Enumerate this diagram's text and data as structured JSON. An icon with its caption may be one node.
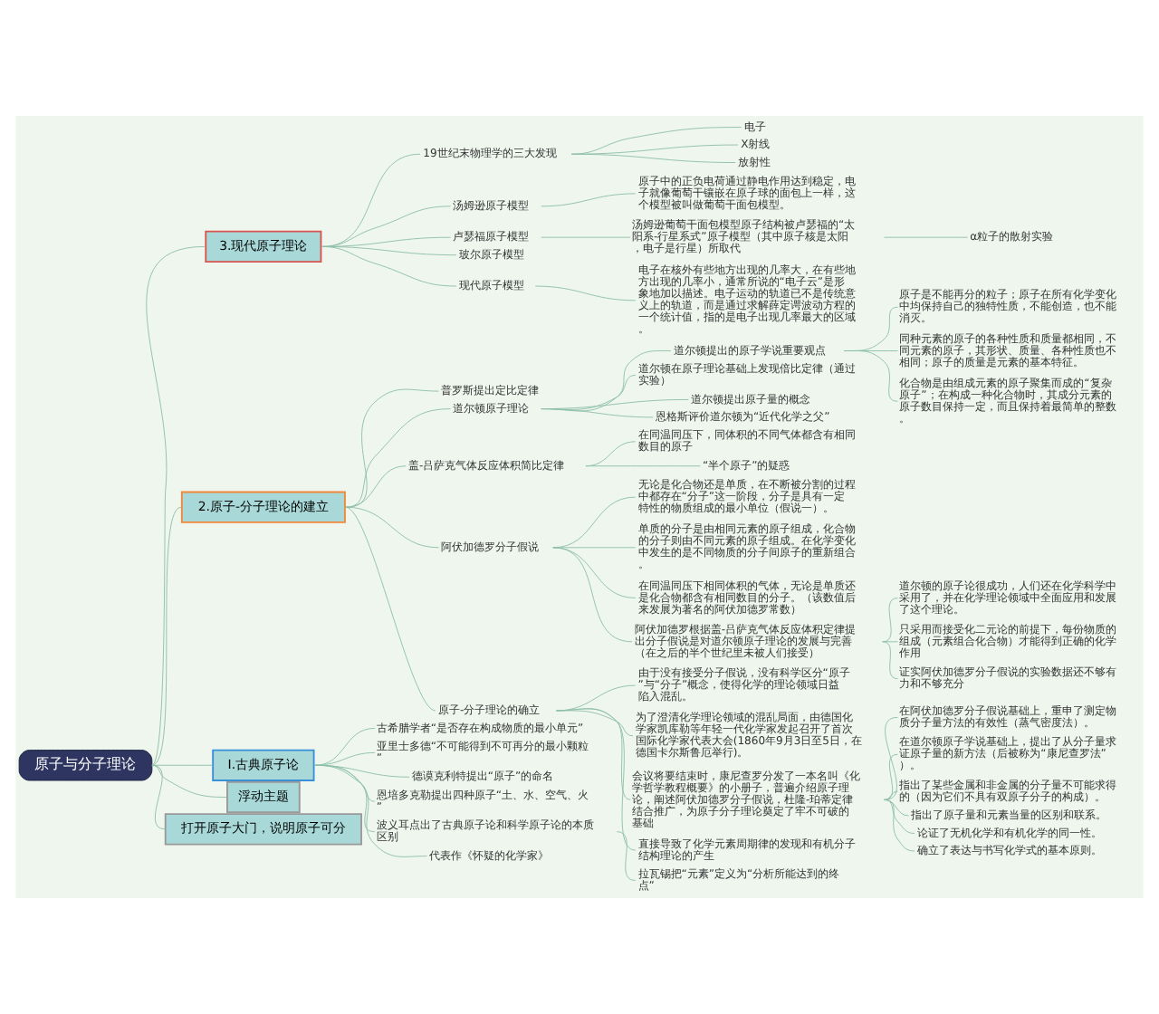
{
  "diagram": {
    "nodes": [
      {
        "text": [
          "原子与分子理论"
        ]
      },
      {
        "text": [
          "3.现代原子理论"
        ]
      },
      {
        "text": [
          "19世纪末物理学的三大发现"
        ]
      },
      {
        "text": [
          "电子"
        ]
      },
      {
        "text": [
          "X射线"
        ]
      },
      {
        "text": [
          "放射性"
        ]
      },
      {
        "text": [
          "汤姆逊原子模型"
        ]
      },
      {
        "text": [
          "原子中的正负电荷通过静电作用达到稳定，电子就像葡萄干镶嵌在原子球的面包上一样，这个模型被叫做葡萄干面包模型。"
        ]
      },
      {
        "text": [
          "卢瑟福原子模型"
        ]
      },
      {
        "text": [
          "汤姆逊葡萄干面包模型原子结构被卢瑟福的“太阳系-行星系式”原子模型（其中原子核是太阳，电子是行星）所取代"
        ]
      },
      {
        "text": [
          "α粒子的散射实验"
        ]
      },
      {
        "text": [
          "玻尔原子模型"
        ]
      },
      {
        "text": [
          "现代原子模型"
        ]
      },
      {
        "text": [
          "电子在核外有些地方出现的几率大，在有些地方出现的几率小，通常所说的“电子云”是形象地加以描述。电子运动的轨道已不是传统意义上的轨道，而是通过求解薛定谔波动方程的一个统计值，指的是电子出现几率最大的区域。"
        ]
      },
      {
        "text": [
          "2.原子-分子理论的建立"
        ]
      },
      {
        "text": [
          "普罗斯提出定比定律"
        ]
      },
      {
        "text": [
          "道尔顿原子理论"
        ]
      },
      {
        "text": [
          "道尔顿提出的原子学说重要观点"
        ]
      },
      {
        "text": [
          "原子是不能再分的粒子；原子在所有化学变化中均保持自己的独特性质，不能创造，也不能消灭。"
        ]
      },
      {
        "text": [
          "同种元素的原子的各种性质和质量都相同，不同元素的原子，其形状、质量、各种性质也不相同；原子的质量是元素的基本特征。"
        ]
      },
      {
        "text": [
          "化合物是由组成元素的原子聚集而成的“复杂原子”；在构成一种化合物时，其成分元素的原子数目保持一定，而且保持着最简单的整数。"
        ]
      },
      {
        "text": [
          "道尔顿在原子理论基础上发现倍比定律（通过实验）"
        ]
      },
      {
        "text": [
          "道尔顿提出原子量的概念"
        ]
      },
      {
        "text": [
          "恩格斯评价道尔顿为“近代化学之父”"
        ]
      },
      {
        "text": [
          "盖-吕萨克气体反应体积简比定律"
        ]
      },
      {
        "text": [
          "在同温同压下，同体积的不同气体都含有相同数目的原子"
        ]
      },
      {
        "text": [
          "“半个原子”的疑惑"
        ]
      },
      {
        "text": [
          "阿伏加德罗分子假说"
        ]
      },
      {
        "text": [
          "无论是化合物还是单质，在不断被分割的过程中都存在“分子”这一阶段，分子是具有一定特性的物质组成的最小单位（假说一）。"
        ]
      },
      {
        "text": [
          "单质的分子是由相同元素的原子组成，化合物的分子则由不同元素的原子组成。在化学变化中发生的是不同物质的分子间原子的重新组合。"
        ]
      },
      {
        "text": [
          "在同温同压下相同体积的气体，无论是单质还是化合物都含有相同数目的分子。（该数值后来发展为著名的阿伏加德罗常数）"
        ]
      },
      {
        "text": [
          "阿伏加德罗根据盖-吕萨克气体反应体积定律提出分子假说是对道尔顿原子理论的发展与完善（在之后的半个世纪里未被人们接受）"
        ]
      },
      {
        "text": [
          "道尔顿的原子论很成功，人们还在化学科学中采用了，并在化学理论领域中全面应用和发展了这个理论。"
        ]
      },
      {
        "text": [
          "只采用而接受化二元论的前提下，每份物质的组成（元素组合化合物）才能得到正确的化学作用"
        ]
      },
      {
        "text": [
          "证实阿伏加德罗分子假说的实验数据还不够有力和不够充分"
        ]
      },
      {
        "text": [
          "原子-分子理论的确立"
        ]
      },
      {
        "text": [
          "由于没有接受分子假说，没有科学区分“原子”与“分子”概念，使得化学的理论领域日益陷入混乱。"
        ]
      },
      {
        "text": [
          "为了澄清化学理论领域的混乱局面，由德国化学家凯库勒等年轻一代化学家发起召开了首次国际化学家代表大会(1860年9月3日至5日，在德国卡尔斯鲁厄举行)。"
        ]
      },
      {
        "text": [
          "会议将要结束时，康尼查罗分发了一本名叫《化学哲学教程概要》的小册子，普遍介绍原子理论，阐述阿伏加德罗分子假说，杜隆-珀蒂定律结合推广，为原子分子理论奠定了牢不可破的基础"
        ]
      },
      {
        "text": [
          "在阿伏加德罗分子假说基础上，重申了测定物质分子量方法的有效性（蒸气密度法）。"
        ]
      },
      {
        "text": [
          "在道尔顿原子学说基础上，提出了从分子量求证原子量的新方法（后被称为“康尼查罗法”）。"
        ]
      },
      {
        "text": [
          "指出了某些金属和非金属的分子量不可能求得的（因为它们不具有双原子分子的构成）。"
        ]
      },
      {
        "text": [
          "指出了原子量和元素当量的区别和联系。"
        ]
      },
      {
        "text": [
          "论证了无机化学和有机化学的同一性。"
        ]
      },
      {
        "text": [
          "确立了表达与书写化学式的基本原则。"
        ]
      },
      {
        "text": [
          "直接导致了化学元素周期律的发现和有机分子结构理论的产生"
        ]
      },
      {
        "text": [
          "I.古典原子论"
        ]
      },
      {
        "text": [
          "古希腊学者“是否存在构成物质的最小单元”"
        ]
      },
      {
        "text": [
          "亚里士多德“不可能得到不可再分的最小颗粒”"
        ]
      },
      {
        "text": [
          "德谟克利特提出“原子”的命名"
        ]
      },
      {
        "text": [
          "恩培多克勒提出四种原子“土、水、空气、火”"
        ]
      },
      {
        "text": [
          "波义耳点出了古典原子论和科学原子论的本质区别"
        ]
      },
      {
        "text": [
          "代表作《怀疑的化学家》"
        ]
      },
      {
        "text": [
          "拉瓦锡把“元素”定义为“分析所能达到的终点”"
        ]
      },
      {
        "text": [
          "浮动主题"
        ]
      },
      {
        "text": [
          "打开原子大门，说明原子可分"
        ]
      }
    ],
    "edges": [
      {
        "from": 0,
        "to": 1,
        "arrow": "none"
      },
      {
        "from": 1,
        "to": 2,
        "arrow": "none"
      },
      {
        "from": 2,
        "to": 3,
        "arrow": "none"
      },
      {
        "from": 2,
        "to": 4,
        "arrow": "none"
      },
      {
        "from": 2,
        "to": 5,
        "arrow": "none"
      },
      {
        "from": 1,
        "to": 6,
        "arrow": "none"
      },
      {
        "from": 6,
        "to": 7,
        "arrow": "none"
      },
      {
        "from": 1,
        "to": 8,
        "arrow": "none"
      },
      {
        "from": 8,
        "to": 9,
        "arrow": "none"
      },
      {
        "from": 9,
        "to": 10,
        "arrow": "none"
      },
      {
        "from": 1,
        "to": 11,
        "arrow": "none"
      },
      {
        "from": 1,
        "to": 12,
        "arrow": "none"
      },
      {
        "from": 12,
        "to": 13,
        "arrow": "none"
      },
      {
        "from": 0,
        "to": 14,
        "arrow": "none"
      },
      {
        "from": 14,
        "to": 15,
        "arrow": "none"
      },
      {
        "from": 14,
        "to": 16,
        "arrow": "none"
      },
      {
        "from": 16,
        "to": 17,
        "arrow": "none"
      },
      {
        "from": 17,
        "to": 18,
        "arrow": "none"
      },
      {
        "from": 17,
        "to": 19,
        "arrow": "none"
      },
      {
        "from": 17,
        "to": 20,
        "arrow": "none"
      },
      {
        "from": 16,
        "to": 21,
        "arrow": "none"
      },
      {
        "from": 16,
        "to": 22,
        "arrow": "none"
      },
      {
        "from": 16,
        "to": 23,
        "arrow": "none"
      },
      {
        "from": 14,
        "to": 24,
        "arrow": "none"
      },
      {
        "from": 24,
        "to": 25,
        "arrow": "none"
      },
      {
        "from": 24,
        "to": 26,
        "arrow": "none"
      },
      {
        "from": 14,
        "to": 27,
        "arrow": "none"
      },
      {
        "from": 27,
        "to": 28,
        "arrow": "none"
      },
      {
        "from": 27,
        "to": 29,
        "arrow": "none"
      },
      {
        "from": 27,
        "to": 30,
        "arrow": "none"
      },
      {
        "from": 27,
        "to": 31,
        "arrow": "none"
      },
      {
        "from": 31,
        "to": 32,
        "arrow": "none"
      },
      {
        "from": 31,
        "to": 33,
        "arrow": "none"
      },
      {
        "from": 31,
        "to": 34,
        "arrow": "none"
      },
      {
        "from": 14,
        "to": 35,
        "arrow": "none"
      },
      {
        "from": 35,
        "to": 36,
        "arrow": "none"
      },
      {
        "from": 35,
        "to": 37,
        "arrow": "none"
      },
      {
        "from": 35,
        "to": 38,
        "arrow": "none"
      },
      {
        "from": 38,
        "to": 39,
        "arrow": "none"
      },
      {
        "from": 38,
        "to": 40,
        "arrow": "none"
      },
      {
        "from": 38,
        "to": 41,
        "arrow": "none"
      },
      {
        "from": 38,
        "to": 42,
        "arrow": "none"
      },
      {
        "from": 38,
        "to": 43,
        "arrow": "none"
      },
      {
        "from": 38,
        "to": 44,
        "arrow": "none"
      },
      {
        "from": 35,
        "to": 45,
        "arrow": "none"
      },
      {
        "from": 0,
        "to": 46,
        "arrow": "none"
      },
      {
        "from": 46,
        "to": 47,
        "arrow": "none"
      },
      {
        "from": 46,
        "to": 48,
        "arrow": "none"
      },
      {
        "from": 46,
        "to": 49,
        "arrow": "none"
      },
      {
        "from": 46,
        "to": 50,
        "arrow": "none"
      },
      {
        "from": 46,
        "to": 51,
        "arrow": "none"
      },
      {
        "from": 51,
        "to": 53,
        "arrow": "none"
      },
      {
        "from": 46,
        "to": 52,
        "arrow": "none"
      },
      {
        "from": 0,
        "to": 54,
        "arrow": "none"
      },
      {
        "from": 0,
        "to": 55,
        "arrow": "none"
      }
    ]
  }
}
